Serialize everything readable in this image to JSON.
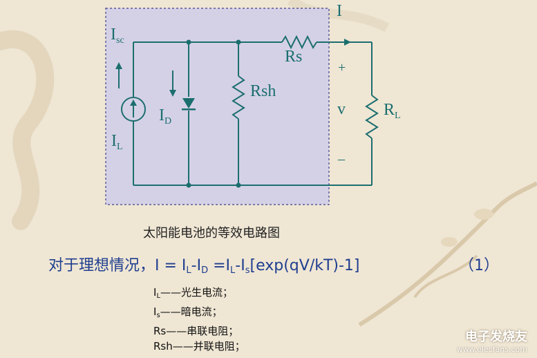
{
  "diagram": {
    "labels": {
      "isc_main": "I",
      "isc_sub": "sc",
      "il_main": "I",
      "il_sub": "L",
      "id_main": "I",
      "id_sub": "D",
      "rsh": "Rsh",
      "rs": "Rs",
      "i_out": "I",
      "plus": "+",
      "v": "v",
      "minus": "–",
      "rl_main": "R",
      "rl_sub": "L"
    },
    "caption": "太阳能电池的等效电路图"
  },
  "formula": {
    "prefix": "对于理想情况，I = I",
    "sub_l": "L",
    "mid1": "-I",
    "sub_d": "D",
    "mid2": " =I",
    "sub_l2": "L",
    "mid3": "-I",
    "sub_s": "s",
    "suffix": "[exp(qV/kT)-1]",
    "number": "（1）"
  },
  "legend": [
    {
      "main": "I",
      "sub": "L",
      "text": "——光生电流；"
    },
    {
      "main": "I",
      "sub": "s",
      "text": "——暗电流；"
    },
    {
      "main": "Rs",
      "sub": "",
      "text": "——串联电阻；"
    },
    {
      "main": "Rsh",
      "sub": "",
      "text": "——并联电阻；"
    }
  ],
  "watermark": {
    "name": "电子发烧友",
    "url": "www.elecfans.com"
  },
  "colors": {
    "wire": "#1b6e6e",
    "box_fill": "#cfcdea",
    "box_border": "#3e3e8a",
    "formula": "#1f3e8f",
    "background": "#efe6d4"
  }
}
